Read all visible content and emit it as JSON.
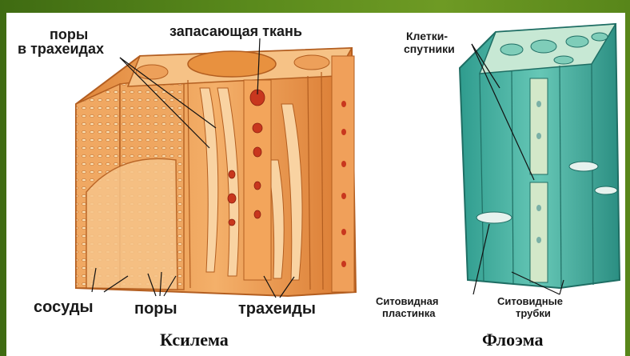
{
  "xylem": {
    "caption": "Ксилема",
    "labels": {
      "pores_line1": "поры",
      "pores_line2": "в трахеидах",
      "storage_tissue": "запасающая ткань",
      "vessels": "сосуды",
      "pores": "поры",
      "tracheids": "трахеиды"
    }
  },
  "phloem": {
    "caption": "Флоэма",
    "labels": {
      "companion_line1": "Клетки-",
      "companion_line2": "спутники",
      "sieve_plate_line1": "Ситовидная",
      "sieve_plate_line2": "пластинка",
      "sieve_tubes_line1": "Ситовидные",
      "sieve_tubes_line2": "трубки"
    }
  },
  "colors": {
    "frame_green": "#5a8a1c",
    "xylem_orange": "#e89a4a",
    "phloem_teal": "#3fae9e"
  }
}
